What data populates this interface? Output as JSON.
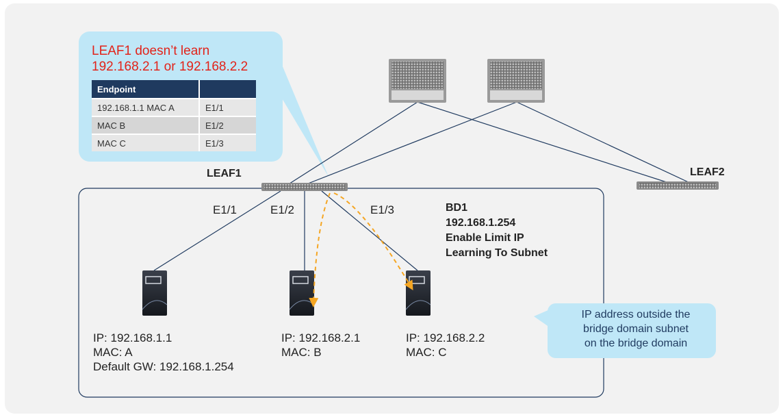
{
  "callout": {
    "line1": "LEAF1 doesn’t learn",
    "line2": "192.168.2.1 or 192.168.2.2"
  },
  "endpoint_table": {
    "header": "Endpoint",
    "rows": [
      {
        "endpoint": "192.168.1.1  MAC A",
        "port": "E1/1"
      },
      {
        "endpoint": "MAC B",
        "port": "E1/2"
      },
      {
        "endpoint": "MAC C",
        "port": "E1/3"
      }
    ]
  },
  "leaf1_label": "LEAF1",
  "leaf2_label": "LEAF2",
  "ports": {
    "p1": "E1/1",
    "p2": "E1/2",
    "p3": "E1/3"
  },
  "bridge_domain": {
    "name": "BD1",
    "gateway": "192.168.1.254",
    "setting_line1": "Enable Limit IP",
    "setting_line2": "Learning To Subnet"
  },
  "hosts": [
    {
      "ip": "IP: 192.168.1.1",
      "mac": "MAC: A",
      "gw": "Default GW: 192.168.1.254"
    },
    {
      "ip": "IP: 192.168.2.1",
      "mac": "MAC: B"
    },
    {
      "ip": "IP: 192.168.2.2",
      "mac": "MAC: C"
    }
  ],
  "note": {
    "line1": "IP address outside the",
    "line2": "bridge domain subnet",
    "line3": "on the bridge domain"
  },
  "colors": {
    "callout_fill": "#bfe7f7",
    "callout_text": "#e2231a",
    "table_header": "#1f3a5f",
    "flow_arrow": "#f5a623",
    "link_line": "#1f3a5f"
  }
}
